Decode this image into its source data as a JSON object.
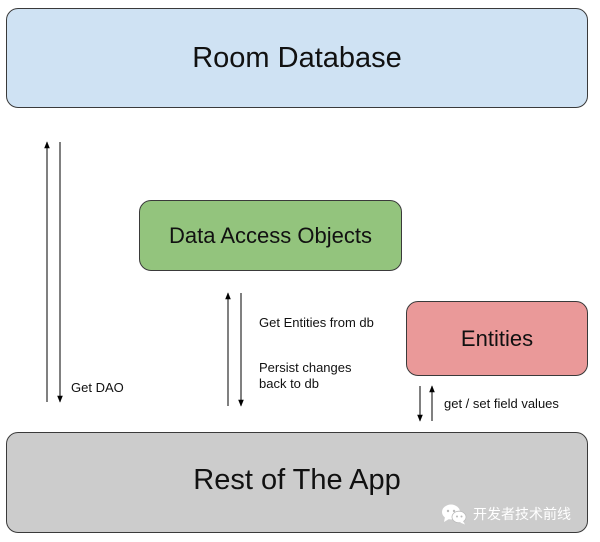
{
  "boxes": {
    "room_database": "Room Database",
    "data_access_objects": "Data Access Objects",
    "entities": "Entities",
    "rest_of_app": "Rest of The App"
  },
  "labels": {
    "get_dao": "Get DAO",
    "get_entities": "Get Entities from db",
    "persist_line1": "Persist changes",
    "persist_line2": "back to db",
    "get_set": "get / set field values"
  },
  "watermark": {
    "text": "开发者技术前线",
    "icon": "wechat-icon"
  },
  "colors": {
    "room_database": "#cfe2f3",
    "data_access_objects": "#93c47d",
    "entities": "#ea9999",
    "rest_of_app": "#cccccc"
  }
}
